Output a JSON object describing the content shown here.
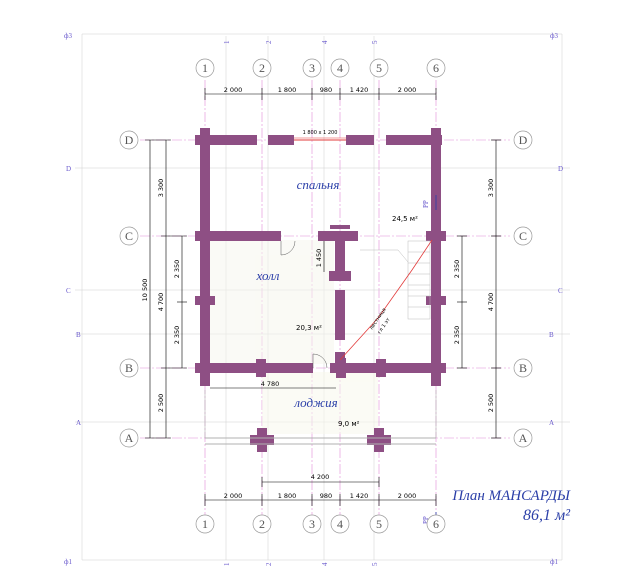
{
  "axes": {
    "num": [
      "1",
      "2",
      "3",
      "4",
      "5",
      "6"
    ],
    "let": [
      "A",
      "B",
      "C",
      "D"
    ],
    "edge_top": [
      "ф3",
      "1",
      "2",
      "4",
      "5",
      "ф3"
    ],
    "edge_bottom": [
      "ф1",
      "1",
      "2",
      "4",
      "5",
      "ф1"
    ],
    "edge_side": [
      "D",
      "C",
      "B",
      "A"
    ]
  },
  "dims": {
    "horiz": [
      "2 000",
      "1 800",
      "980",
      "1 420",
      "2 000"
    ],
    "left_outer": "10 500",
    "left_a": [
      "3 300",
      "4 700",
      "2 500"
    ],
    "left_b": [
      "2 350",
      "2 350"
    ],
    "right_a": [
      "3 300",
      "4 700",
      "2 500"
    ],
    "right_b": [
      "2 350",
      "2 350"
    ],
    "window": "1 800 x 1 200",
    "inner_1450": "1 450",
    "inner_4780": "4 780",
    "inner_4200": "4 200"
  },
  "rooms": {
    "bedroom": "спальня",
    "bedroom_area": "24,5 м²",
    "hall": "холл",
    "hall_area": "20,3 м²",
    "loggia": "лоджия",
    "loggia_area": "9,0 м²",
    "stair_note1": "лестница",
    "stair_note2": "гл 1 эт"
  },
  "marks": {
    "cut": "РР",
    "cut2": "РР"
  },
  "title": {
    "line1": "План МАНСАРДЫ",
    "line2": "86,1 м²"
  }
}
